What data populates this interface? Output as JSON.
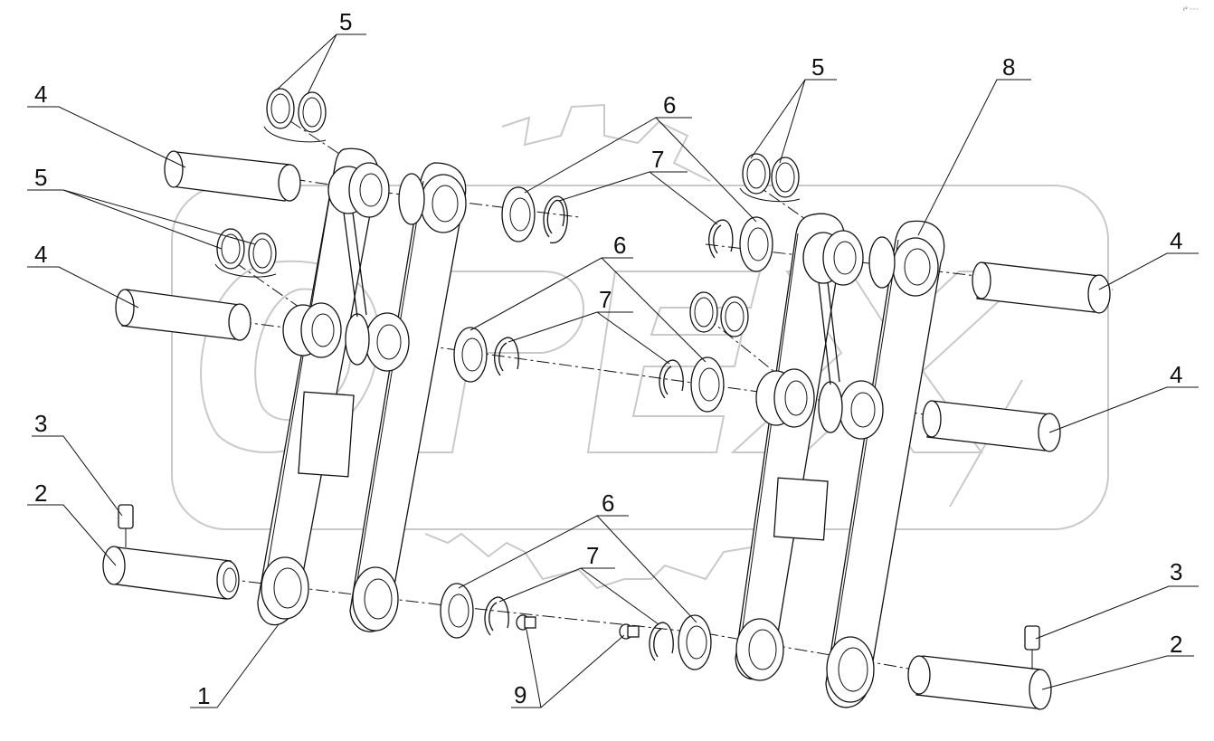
{
  "drawing": {
    "corner_mark": "r² ◦◦◦",
    "watermark": "OPEX",
    "callouts": [
      {
        "id": "c1",
        "label": "1"
      },
      {
        "id": "c2a",
        "label": "2"
      },
      {
        "id": "c2b",
        "label": "2"
      },
      {
        "id": "c3a",
        "label": "3"
      },
      {
        "id": "c3b",
        "label": "3"
      },
      {
        "id": "c4a",
        "label": "4"
      },
      {
        "id": "c4b",
        "label": "4"
      },
      {
        "id": "c4c",
        "label": "4"
      },
      {
        "id": "c4d",
        "label": "4"
      },
      {
        "id": "c5a",
        "label": "5"
      },
      {
        "id": "c5b",
        "label": "5"
      },
      {
        "id": "c5c",
        "label": "5"
      },
      {
        "id": "c6a",
        "label": "6"
      },
      {
        "id": "c6b",
        "label": "6"
      },
      {
        "id": "c6c",
        "label": "6"
      },
      {
        "id": "c7a",
        "label": "7"
      },
      {
        "id": "c7b",
        "label": "7"
      },
      {
        "id": "c7c",
        "label": "7"
      },
      {
        "id": "c8",
        "label": "8"
      },
      {
        "id": "c9",
        "label": "9"
      }
    ]
  }
}
